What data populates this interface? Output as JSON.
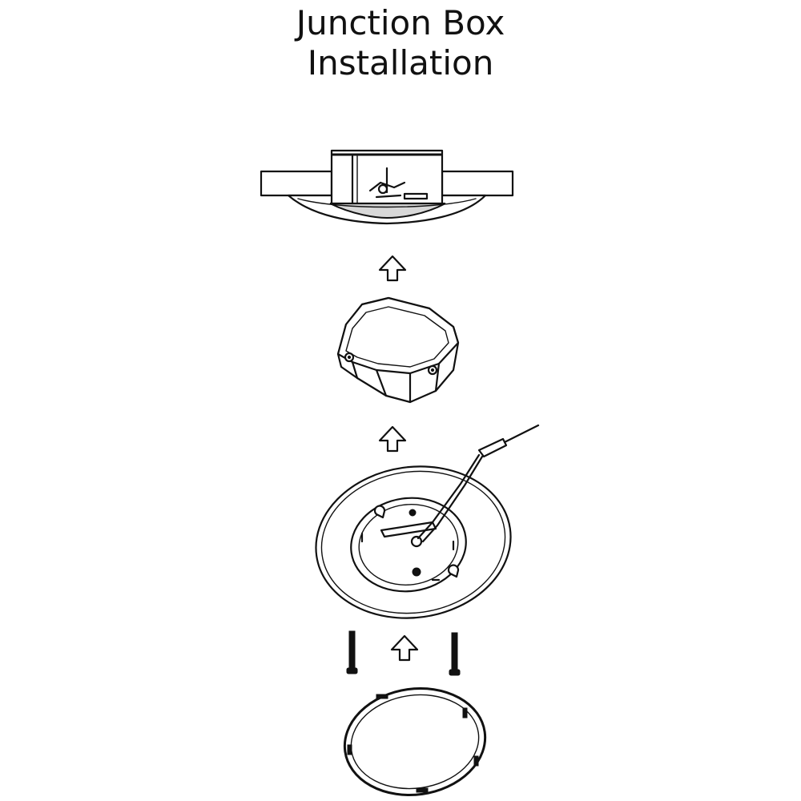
{
  "title": {
    "line1": "Junction Box",
    "line2": "Installation"
  },
  "components": [
    "ceiling-with-installed-fixture",
    "octagon-junction-box",
    "fixture-disc-with-mounting-plate",
    "mounting-screw-left",
    "mounting-screw-right",
    "trim-ring"
  ],
  "arrow_direction": "up",
  "colors": {
    "line": "#111111",
    "background": "#ffffff",
    "shade": "#d8d8d8"
  }
}
